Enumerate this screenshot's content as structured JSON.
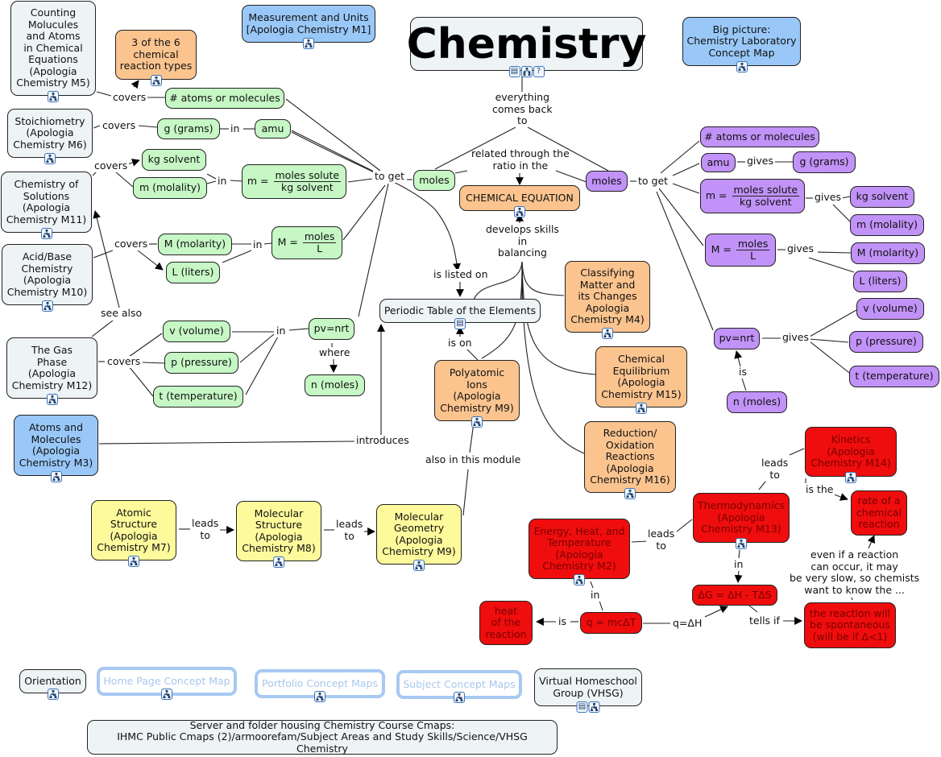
{
  "title": "Chemistry",
  "colors": {
    "gray": "#eef3f6",
    "blue": "#99c8f8",
    "orange": "#fbc48f",
    "green": "#c6f7c5",
    "purple": "#c192f7",
    "yellow": "#fdfa9c",
    "red": "#ef0d0d",
    "ghost_border": "#a7c9f2"
  },
  "icons": {
    "cmap": "concept-map-icon",
    "doc": "document-icon",
    "help": "question-icon"
  },
  "nodes": {
    "counting": "Counting\nMolucules\nand Atoms\nin Chemical\nEquations\n(Apologia\nChemistry M5)",
    "three_of_six": "3 of the 6\nchemical\nreaction types",
    "measurement": "Measurement and Units\n[Apologia Chemistry M1]",
    "big_picture": "Big picture:\nChemistry Laboratory\nConcept Map",
    "stoich": "Stoichiometry\n(Apologia\nChemistry M6)",
    "solutions": "Chemistry of\nSolutions\n(Apologia\nChemistry M11)",
    "acid_base": "Acid/Base\nChemistry\n(Apologia\nChemistry M10)",
    "gas_phase": "The Gas\nPhase\n(Apologia\nChemistry M12)",
    "atoms_molecules": "Atoms and\nMolecules\n(Apologia\nChemistry M3)",
    "g_atoms": "# atoms or molecules",
    "g_grams": "g (grams)",
    "g_amu": "amu",
    "g_kg": "kg solvent",
    "g_molality": "m (molality)",
    "g_m_lhs": "m =",
    "g_m_num": "moles solute",
    "g_m_den": "kg solvent",
    "g_molarity": "M (molarity)",
    "g_liters": "L (liters)",
    "g_M_lhs": "M =",
    "g_M_num": "moles",
    "g_M_den": "L",
    "g_volume": "v (volume)",
    "g_pressure": "p (pressure)",
    "g_temp": "t (temperature)",
    "g_pvnrt": "pv=nrt",
    "g_nmoles": "n (moles)",
    "g_moles": "moles",
    "p_moles": "moles",
    "p_atoms": "# atoms or molecules",
    "p_amu": "amu",
    "p_grams": "g (grams)",
    "p_m_lhs": "m =",
    "p_m_num": "moles solute",
    "p_m_den": "kg solvent",
    "p_kg": "kg solvent",
    "p_molality": "m (molality)",
    "p_M_lhs": "M =",
    "p_M_num": "moles",
    "p_M_den": "L",
    "p_molarity": "M (molarity)",
    "p_liters": "L (liters)",
    "p_pvnrt": "pv=nrt",
    "p_volume": "v (volume)",
    "p_pressure": "p (pressure)",
    "p_temp": "t (temperature)",
    "p_nmoles": "n (moles)",
    "chem_eq": "CHEMICAL EQUATION",
    "periodic": "Periodic Table of the Elements",
    "classifying": "Classifying\nMatter and\nits Changes\nApologia\nChemistry M4)",
    "equilibrium": "Chemical\nEquilibrium\n(Apologia\nChemistry M15)",
    "polyatomic": "Polyatomic\nIons\n(Apologia\nChemistry M9)",
    "redox": "Reduction/\nOxidation\nReactions\n(Apologia\nChemistry M16)",
    "atomic": "Atomic\nStructure\n(Apologia\nChemistry M7)",
    "mol_structure": "Molecular\nStructure\n(Apologia\nChemistry M8)",
    "mol_geometry": "Molecular\nGeometry\n(Apologia\nChemistry M9)",
    "energy": "Energy, Heat, and\nTemperature\n(Apologia\nChemistry M2)",
    "thermo": "Thermodynamics\n(Apologia\nChemistry M13)",
    "kinetics": "Kinetics\n(Apologia\nChemistry M14)",
    "rate": "rate of a\nchemical\nreaction",
    "heat": "heat\nof the\nreaction",
    "q_eq": "q = mcΔT",
    "gibbs": "ΔG = ΔH - TΔS",
    "spontaneous": "the reaction will\nbe spontaneous\n(will be if  Δ<1)",
    "orientation": "Orientation",
    "home_page": "Home Page Concept Map",
    "portfolio": "Portfolio Concept Maps",
    "subject": "Subject Concept Maps",
    "vhsg": "Virtual Homeschool\nGroup (VHSG)",
    "server": "Server and folder housing Chemistry Course Cmaps:\nIHMC Public Cmaps (2)/armoorefam/Subject Areas and Study Skills/Science/VHSG Chemistry"
  },
  "links": {
    "covers1": "covers",
    "covers2": "covers",
    "covers3": "covers",
    "covers4": "covers",
    "covers5": "covers",
    "in1": "in",
    "in2": "in",
    "in3": "in",
    "in4": "in",
    "to_get_left": "to get",
    "to_get_right": "to get",
    "everything": "everything\ncomes back\nto",
    "related": "related through the\nratio in the",
    "develops": "develops skills\nin\nbalancing",
    "is_listed_on": "is listed on",
    "is_on": "is on",
    "see_also": "see also",
    "where": "where",
    "introduces": "introduces",
    "also_in_module": "also in this module",
    "leads_to1": "leads\nto",
    "leads_to2": "leads\nto",
    "leads_to3": "leads\nto",
    "leads_to4": "leads\nto",
    "gives1": "gives",
    "gives2": "gives",
    "gives3": "gives",
    "gives4": "gives",
    "is_p": "is",
    "is_the": "is the",
    "even_if": "even if a reaction\ncan occur, it may\nbe very slow, so chemists\nwant to know the ...",
    "in_thermo": "in",
    "in_energy": "in",
    "is_heat": "is",
    "q_dh": "q=ΔH",
    "tells_if": "tells if"
  }
}
